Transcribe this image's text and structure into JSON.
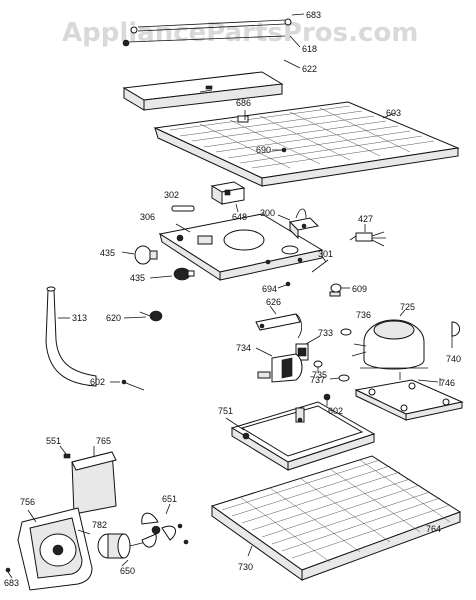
{
  "watermark": "AppliancePartsPros.com",
  "parts": [
    {
      "id": "683",
      "label": "683"
    },
    {
      "id": "618",
      "label": "618"
    },
    {
      "id": "622",
      "label": "622"
    },
    {
      "id": "686",
      "label": "686"
    },
    {
      "id": "603",
      "label": "603"
    },
    {
      "id": "690",
      "label": "690"
    },
    {
      "id": "302",
      "label": "302"
    },
    {
      "id": "648",
      "label": "648"
    },
    {
      "id": "306",
      "label": "306"
    },
    {
      "id": "300",
      "label": "300"
    },
    {
      "id": "427",
      "label": "427"
    },
    {
      "id": "435a",
      "label": "435"
    },
    {
      "id": "435b",
      "label": "435"
    },
    {
      "id": "301",
      "label": "301"
    },
    {
      "id": "694",
      "label": "694"
    },
    {
      "id": "609",
      "label": "609"
    },
    {
      "id": "313",
      "label": "313"
    },
    {
      "id": "620",
      "label": "620"
    },
    {
      "id": "626",
      "label": "626"
    },
    {
      "id": "725",
      "label": "725"
    },
    {
      "id": "736",
      "label": "736"
    },
    {
      "id": "733",
      "label": "733"
    },
    {
      "id": "740",
      "label": "740"
    },
    {
      "id": "734",
      "label": "734"
    },
    {
      "id": "735",
      "label": "735"
    },
    {
      "id": "737",
      "label": "737"
    },
    {
      "id": "602a",
      "label": "602"
    },
    {
      "id": "746",
      "label": "746"
    },
    {
      "id": "751",
      "label": "751"
    },
    {
      "id": "602b",
      "label": "602"
    },
    {
      "id": "551",
      "label": "551"
    },
    {
      "id": "765",
      "label": "765"
    },
    {
      "id": "764",
      "label": "764"
    },
    {
      "id": "756",
      "label": "756"
    },
    {
      "id": "651",
      "label": "651"
    },
    {
      "id": "782",
      "label": "782"
    },
    {
      "id": "650",
      "label": "650"
    },
    {
      "id": "730",
      "label": "730"
    },
    {
      "id": "683b",
      "label": "683"
    }
  ]
}
